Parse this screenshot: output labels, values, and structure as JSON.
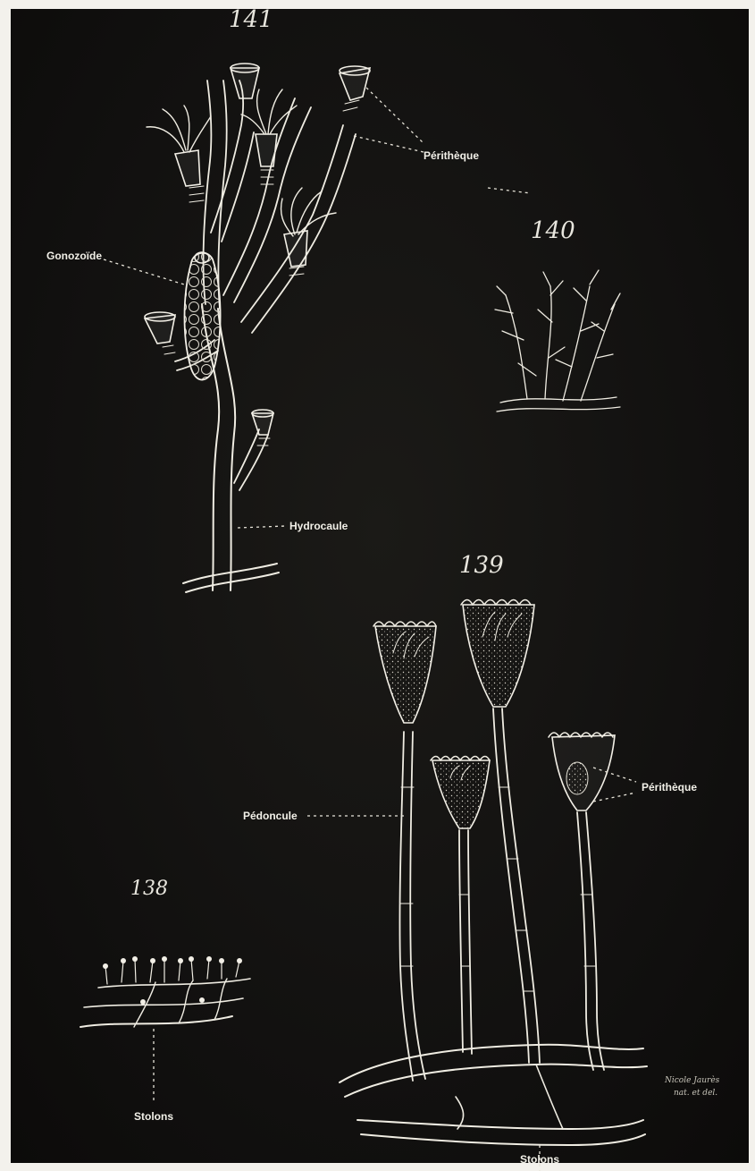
{
  "figure_numbers": {
    "fig_141": "141",
    "fig_140": "140",
    "fig_139": "139",
    "fig_138": "138"
  },
  "labels": {
    "perithèque_top": "Périthèque",
    "gonozoide": "Gonozoïde",
    "hydrocaule": "Hydrocaule",
    "perithèque_right": "Périthèque",
    "pedoncule": "Pédoncule",
    "stolons_left": "Stolons",
    "stolons_bottom": "Stolons"
  },
  "signature": {
    "line1": "Nicole Jaurès",
    "line2": "nat. et del."
  },
  "colors": {
    "plate_background": "#121110",
    "drawing_line": "#efece2",
    "paper_margin": "#f3f1ec"
  }
}
